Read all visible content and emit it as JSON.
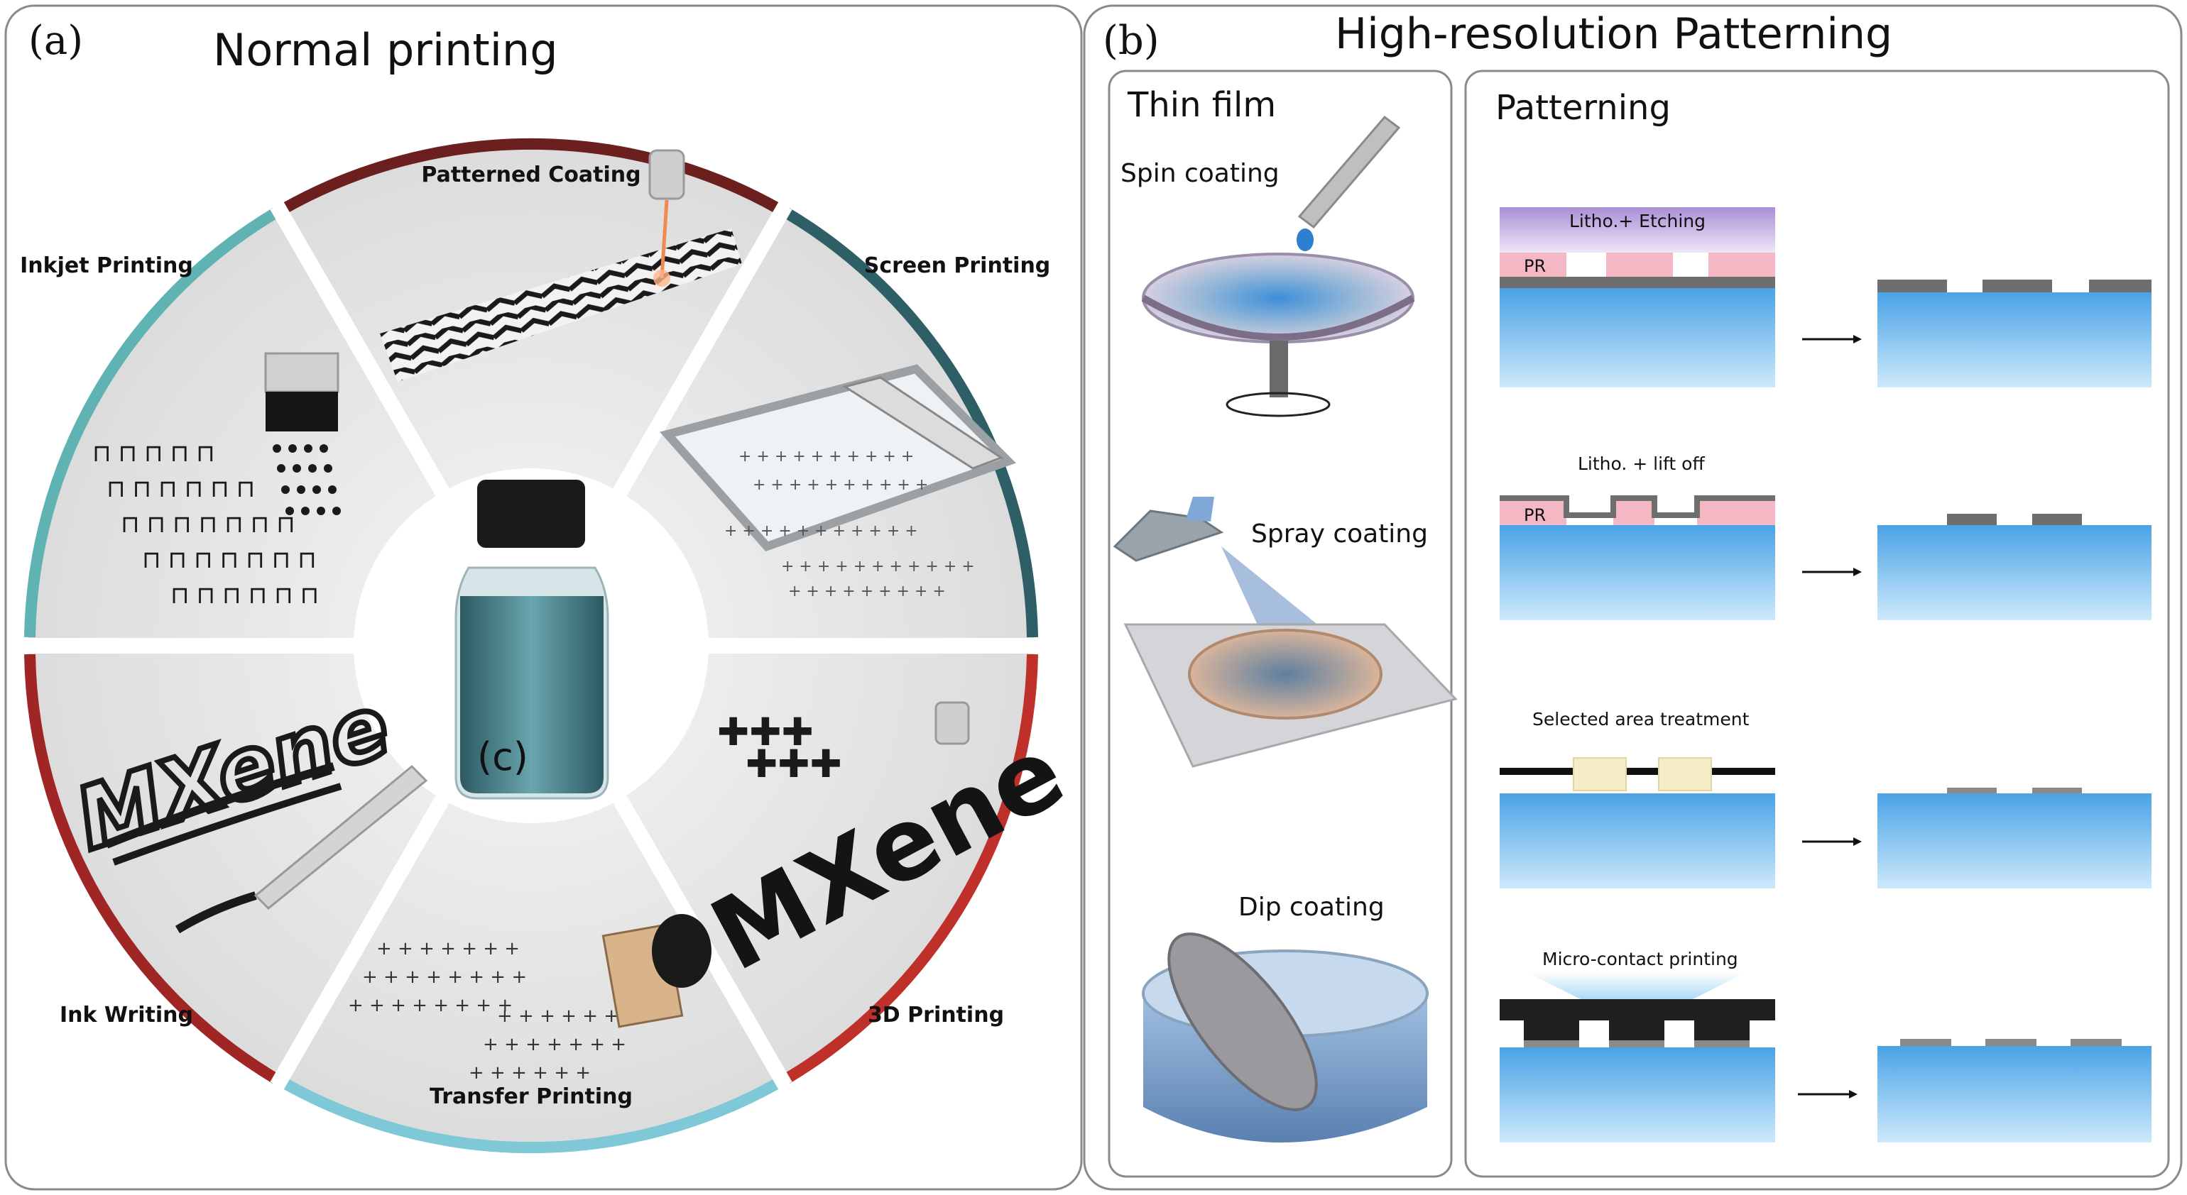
{
  "panel_a": {
    "letter": "(a)",
    "title": "Normal printing",
    "segments": {
      "patterned_coating": "Patterned Coating",
      "screen_printing": "Screen Printing",
      "inkjet_printing": "Inkjet Printing",
      "ink_writing": "Ink Writing",
      "transfer_printing": "Transfer Printing",
      "3d_printing": "3D Printing"
    },
    "center_label": "(c)",
    "writing_text": "MXene",
    "printed_text": "MXene"
  },
  "panel_b": {
    "letter": "(b)",
    "title": "High-resolution Patterning",
    "thin_film": {
      "title": "Thin film",
      "spin": "Spin coating",
      "spray": "Spray coating",
      "dip": "Dip coating"
    },
    "patterning": {
      "title": "Patterning",
      "litho_etch": "Litho.+ Etching",
      "pr": "PR",
      "litho_lift": "Litho. + lift off",
      "selected": "Selected area  treatment",
      "micro_contact": "Micro-contact printing"
    }
  },
  "colors": {
    "teal": "#5fb3b3",
    "dark_teal": "#2f5f66",
    "maroon": "#6b1f1f",
    "red": "#c0302b",
    "light_blue": "#7fc8d8",
    "substrate": "#7ec6ee",
    "pr_pink": "#f4b7c4",
    "litho_purple": "#b9a4d8"
  }
}
